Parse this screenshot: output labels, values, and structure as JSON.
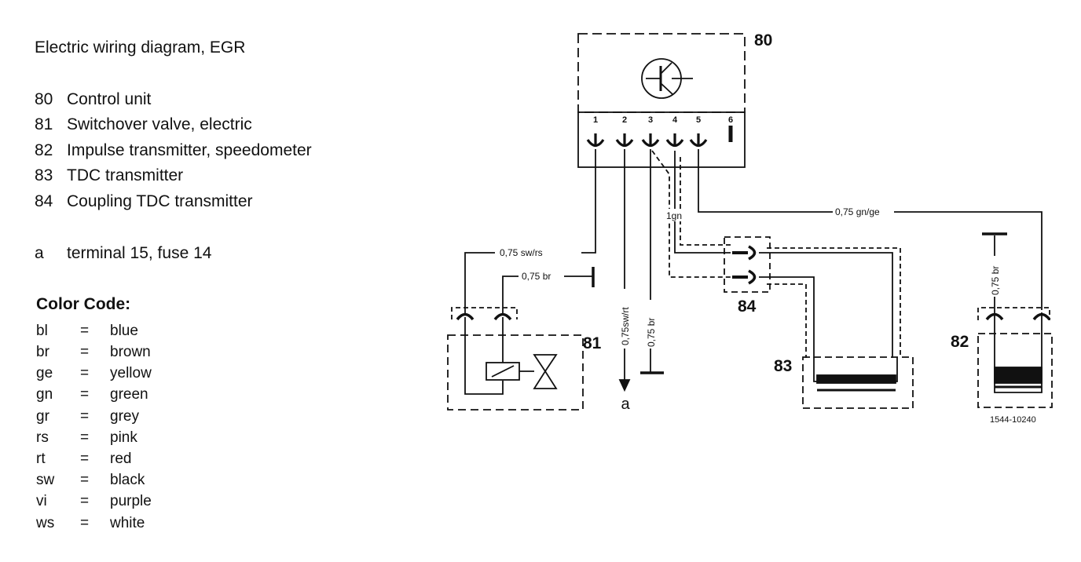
{
  "title": "Electric wiring diagram, EGR",
  "components": [
    {
      "num": "80",
      "label": "Control unit"
    },
    {
      "num": "81",
      "label": "Switchover valve, electric"
    },
    {
      "num": "82",
      "label": "Impulse transmitter, speedometer"
    },
    {
      "num": "83",
      "label": "TDC transmitter"
    },
    {
      "num": "84",
      "label": "Coupling TDC transmitter"
    }
  ],
  "terminal_note": {
    "key": "a",
    "label": "terminal 15, fuse 14"
  },
  "color_code": {
    "title": "Color Code:",
    "entries": [
      {
        "abbr": "bl",
        "eq": "=",
        "name": "blue"
      },
      {
        "abbr": "br",
        "eq": "=",
        "name": "brown"
      },
      {
        "abbr": "ge",
        "eq": "=",
        "name": "yellow"
      },
      {
        "abbr": "gn",
        "eq": "=",
        "name": "green"
      },
      {
        "abbr": "gr",
        "eq": "=",
        "name": "grey"
      },
      {
        "abbr": "rs",
        "eq": "=",
        "name": "pink"
      },
      {
        "abbr": "rt",
        "eq": "=",
        "name": "red"
      },
      {
        "abbr": "sw",
        "eq": "=",
        "name": "black"
      },
      {
        "abbr": "vi",
        "eq": "=",
        "name": "purple"
      },
      {
        "abbr": "ws",
        "eq": "=",
        "name": "white"
      }
    ]
  },
  "diagram": {
    "component_labels": {
      "c80": "80",
      "c81": "81",
      "c82": "82",
      "c83": "83",
      "c84": "84"
    },
    "pins": [
      "1",
      "2",
      "3",
      "4",
      "5",
      "6"
    ],
    "wires": {
      "w_sw_rs": "0,75 sw/rs",
      "w_br_81": "0,75 br",
      "w_sw_rt": "0,75sw/rt",
      "w_br_3": "0,75 br",
      "w_gn": "1gn",
      "w_gn_ge": "0,75 gn/ge",
      "w_br_82": "0,75 br"
    },
    "terminal_label": "a",
    "figure_id": "1544-10240"
  }
}
